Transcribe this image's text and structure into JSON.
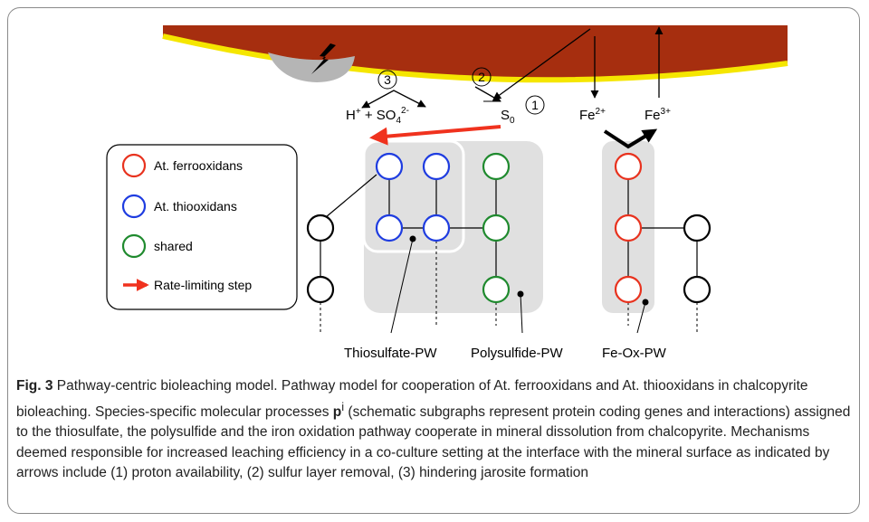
{
  "figure": {
    "mechanisms": [
      "3",
      "2",
      "1"
    ],
    "products": {
      "left": {
        "base": "H",
        "plus": "+",
        "sep": " + SO",
        "sub": "4",
        "sup": "2-"
      },
      "sulfur": {
        "base": "S",
        "sub": "0"
      },
      "fe2": {
        "base": "Fe",
        "sup": "2+"
      },
      "fe3": {
        "base": "Fe",
        "sup": "3+"
      }
    },
    "legend": {
      "items": [
        {
          "label": "At. ferrooxidans",
          "color": "#e8321e"
        },
        {
          "label": "At. thiooxidans",
          "color": "#1e3ce0"
        },
        {
          "label": "shared",
          "color": "#1f8a2e"
        },
        {
          "label": "Rate-limiting step",
          "color": "#f0321e"
        }
      ]
    },
    "pathway_labels": [
      "Thiosulfate-PW",
      "Polysulfide-PW",
      "Fe-Ox-PW"
    ]
  },
  "caption": {
    "fig_label": "Fig. 3",
    "text_before": " Pathway-centric bioleaching model. Pathway model for cooperation of At. ferrooxidans and At. thiooxidans in chalcopyrite bioleaching. Species-specific molecular processes ",
    "symbol": "p",
    "symbol_sup": "i",
    "text_after": " (schematic subgraphs represent protein coding genes and interactions) assigned to the thiosulfate, the polysulfide and the iron oxidation pathway cooperate in mineral dissolution from chalcopyrite. Mechanisms deemed responsible for increased leaching efficiency in a co-culture setting at the interface with the mineral surface as indicated by arrows include (1) proton availability, (2) sulfur layer removal, (3) hindering jarosite formation"
  }
}
